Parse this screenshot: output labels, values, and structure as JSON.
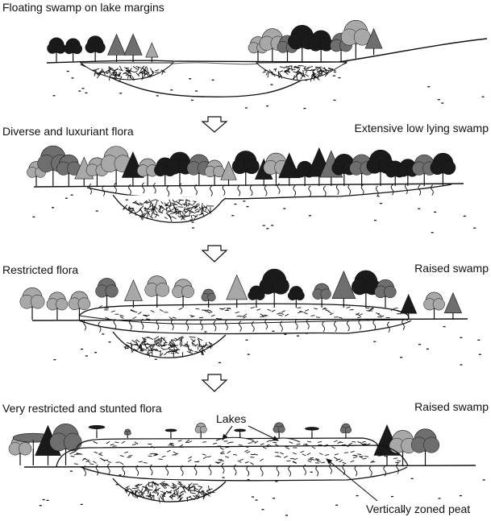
{
  "panels": [
    {
      "left_label": "Floating swamp on lake margins",
      "right_label": ""
    },
    {
      "left_label": "Diverse and luxuriant flora",
      "right_label": "Extensive low lying swamp"
    },
    {
      "left_label": "Restricted flora",
      "right_label": "Raised swamp"
    },
    {
      "left_label": "Very restricted and stunted flora",
      "right_label": "Raised swamp"
    }
  ],
  "annotations": {
    "lakes": "Lakes",
    "peat": "Vertically zoned peat"
  },
  "colors": {
    "ink": "#111111",
    "tree_dark": "#1a1a1a",
    "tree_mid": "#6e6e6e",
    "tree_light": "#a8a8a8",
    "arrow_fill": "#ffffff"
  }
}
